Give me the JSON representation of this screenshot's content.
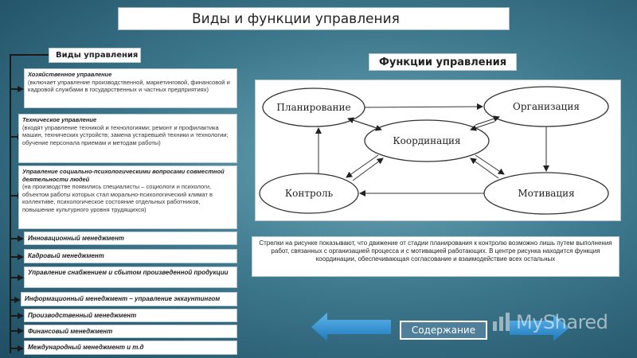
{
  "title": "Виды и функции управления",
  "types": {
    "header": "Виды управления",
    "items": [
      {
        "title": "Хозяйственное управление",
        "desc": "(включает управление производственной, маркетинговой, финансовой и кадровой службами в государственных и частных предприятиях)"
      },
      {
        "title": "Техническое управление",
        "desc": "(входят управление техникой и технологиями; ремонт и профилактика машин, технических устройств; замена устаревшей техники и технологии; обучение персонала приемам и методам работы)"
      },
      {
        "title": "Управление социально-психологическими вопросами совместной деятельности людей",
        "desc": "(на производстве появились специалисты – социологи и психологи, объектом работы которых стал морально-психологический климат в коллективе, психологическое состояние отдельных работников, повышение культурного уровня трудящихся)"
      },
      {
        "title": "Инновационный менеджмент",
        "desc": ""
      },
      {
        "title": "Кадровый менеджмент",
        "desc": ""
      },
      {
        "title": "Управление снабжением и сбытом произведенной продукции",
        "desc": ""
      },
      {
        "title": "Информационный менеджмент – управление эккаунтингом",
        "desc": ""
      },
      {
        "title": "Производственный менеджмент",
        "desc": ""
      },
      {
        "title": "Финансовый менеджмент",
        "desc": ""
      },
      {
        "title": "Международный менеджмент и т.д",
        "desc": ""
      }
    ]
  },
  "functions": {
    "header": "Функции управления",
    "nodes": {
      "planning": "Планирование",
      "organization": "Организация",
      "coordination": "Координация",
      "control": "Контроль",
      "motivation": "Мотивация"
    },
    "caption": "Стрелки на рисунке показывают, что движение от стадии планирования к контролю возможно лишь путем выполнения работ, связанных с организацией процесса и с мотивацией работающих. В центре рисунка находится функция координации, обеспечивающая согласование и взаимодействие всех остальных"
  },
  "nav": {
    "contents_label": "Содержание",
    "left_arrow_color": "#2f8fd0",
    "right_arrow_color": "#2f8fd0"
  },
  "watermark": "MyShared"
}
